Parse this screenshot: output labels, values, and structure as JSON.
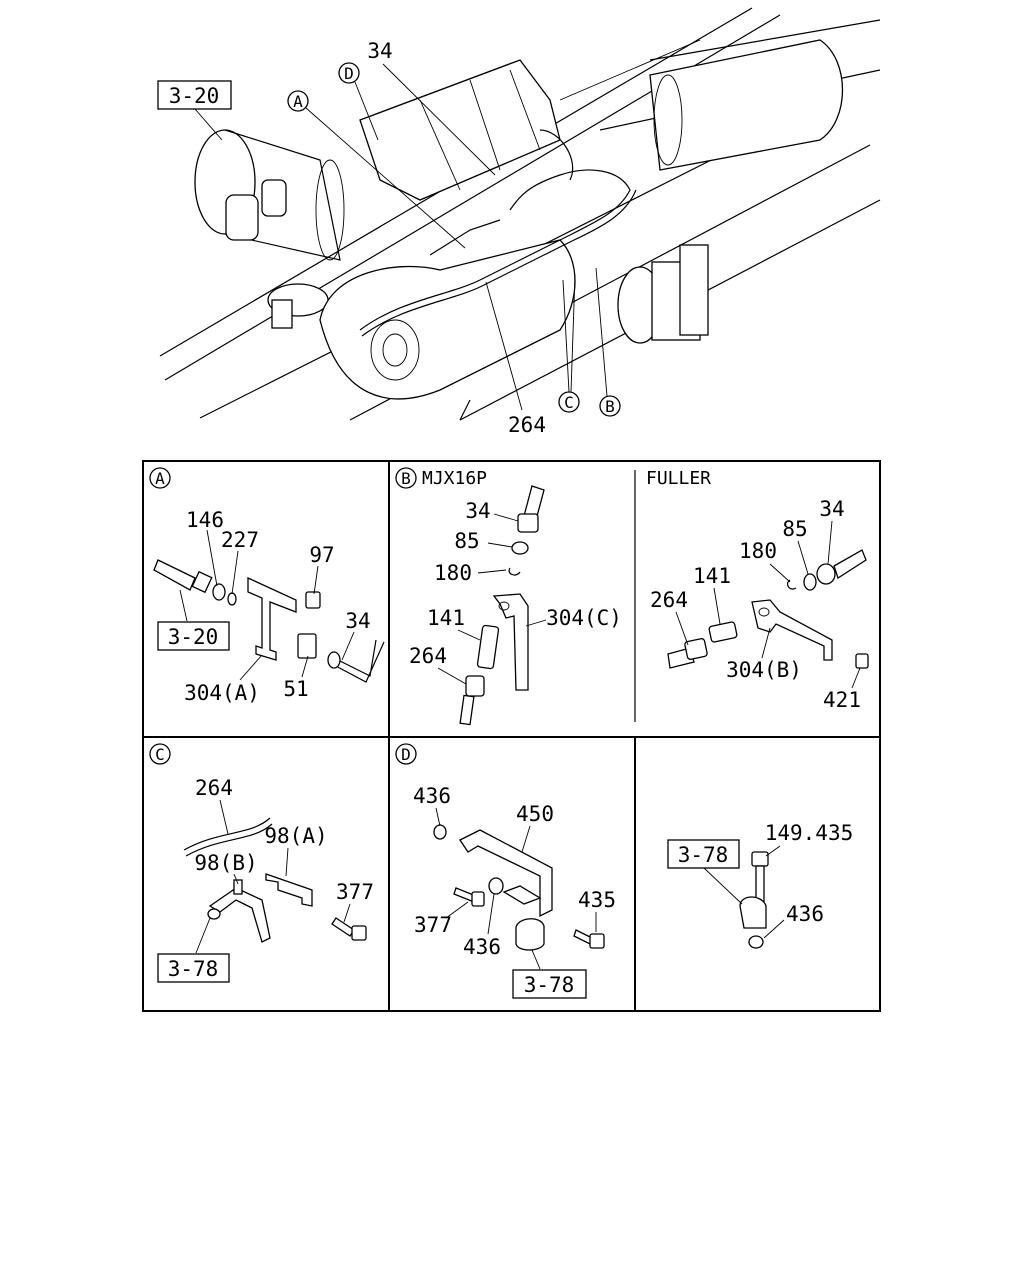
{
  "overview": {
    "ref_box": "3-20",
    "part_34": "34",
    "part_264": "264",
    "callout_a": "A",
    "callout_b": "B",
    "callout_c": "C",
    "callout_d": "D"
  },
  "panel_a": {
    "letter": "A",
    "p146": "146",
    "p227": "227",
    "p97": "97",
    "p34": "34",
    "ref_box": "3-20",
    "p304a": "304(A)",
    "p51": "51"
  },
  "panel_b": {
    "letter": "B",
    "title": "MJX16P",
    "p34": "34",
    "p85": "85",
    "p180": "180",
    "p141": "141",
    "p304c": "304(C)",
    "p264": "264"
  },
  "panel_fuller": {
    "title": "FULLER",
    "p34": "34",
    "p85": "85",
    "p180": "180",
    "p141": "141",
    "p264": "264",
    "p304b": "304(B)",
    "p421": "421"
  },
  "panel_c": {
    "letter": "C",
    "p264": "264",
    "p98a": "98(A)",
    "p98b": "98(B)",
    "p377": "377",
    "ref_box": "3-78"
  },
  "panel_d": {
    "letter": "D",
    "p436_top": "436",
    "p450": "450",
    "p377": "377",
    "p436_mid": "436",
    "p435": "435",
    "ref_box": "3-78"
  },
  "panel_e": {
    "ref_box": "3-78",
    "p149_435": "149.435",
    "p436": "436"
  }
}
